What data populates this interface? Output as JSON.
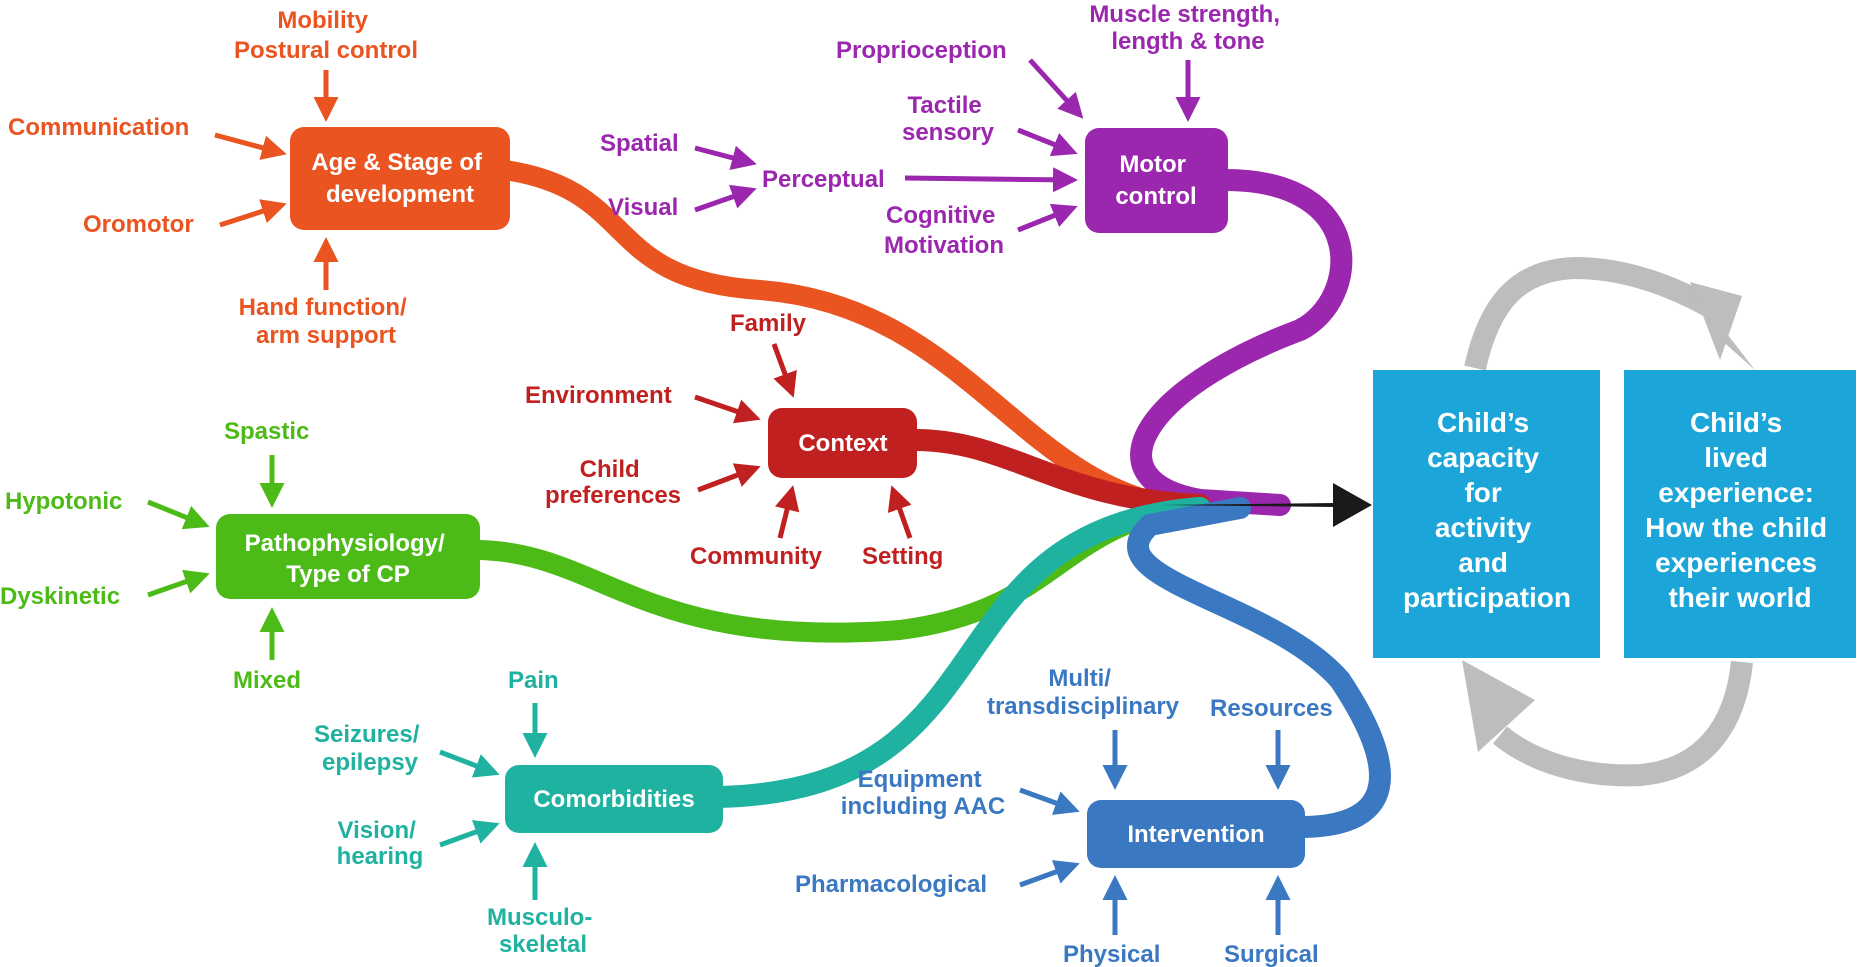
{
  "colors": {
    "age": "#E95420",
    "motor": "#9B27AF",
    "context": "#C0201F",
    "patho": "#4CBB17",
    "comorb": "#20B2A0",
    "intervention": "#3A78C2",
    "outcome": "#1BA5D8",
    "cycle": "#BDBDBD",
    "arrow": "#1a1a1a"
  },
  "nodes": {
    "age": {
      "box": [
        "Age & Stage of",
        "development"
      ],
      "top": [
        "Mobility",
        "Postural control"
      ],
      "left": "Communication",
      "left2": "Oromotor",
      "bottom": [
        "Hand function/",
        "arm support"
      ]
    },
    "motor": {
      "box": [
        "Motor",
        "control"
      ],
      "top_right": [
        "Muscle strength,",
        "length & tone"
      ],
      "proprioception": "Proprioception",
      "tactile": [
        "Tactile",
        "sensory"
      ],
      "perceptual": "Perceptual",
      "spatial": "Spatial",
      "visual": "Visual",
      "cognitive": [
        "Cognitive",
        "Motivation"
      ]
    },
    "context": {
      "box": "Context",
      "family": "Family",
      "environment": "Environment",
      "child_pref": [
        "Child",
        "preferences"
      ],
      "community": "Community",
      "setting": "Setting"
    },
    "patho": {
      "box": [
        "Pathophysiology/",
        "Type of CP"
      ],
      "spastic": "Spastic",
      "hypotonic": "Hypotonic",
      "dyskinetic": "Dyskinetic",
      "mixed": "Mixed"
    },
    "comorb": {
      "box": "Comorbidities",
      "pain": "Pain",
      "seizures": [
        "Seizures/",
        "epilepsy"
      ],
      "vision": [
        "Vision/",
        "hearing"
      ],
      "musculo": [
        "Musculo-",
        "skeletal"
      ]
    },
    "intervention": {
      "box": "Intervention",
      "multi": [
        "Multi/",
        "transdisciplinary"
      ],
      "resources": "Resources",
      "equipment": [
        "Equipment",
        "including AAC"
      ],
      "pharma": "Pharmacological",
      "physical": "Physical",
      "surgical": "Surgical"
    }
  },
  "outcomes": {
    "capacity": [
      "Child’s",
      "capacity",
      "for",
      "activity",
      "and",
      "participation"
    ],
    "lived": [
      "Child’s",
      "lived",
      "experience:",
      "How the child",
      "experiences",
      "their world"
    ]
  }
}
